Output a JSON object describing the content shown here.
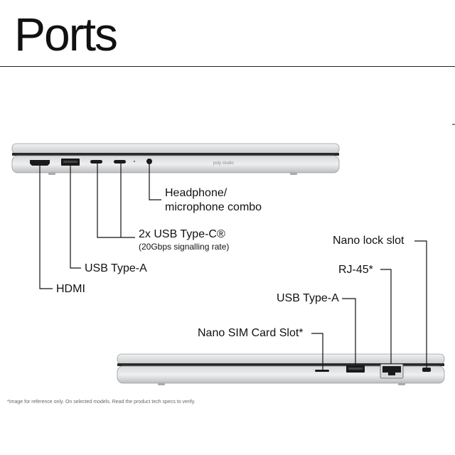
{
  "page": {
    "title": "Ports",
    "footnote": "*Image for reference only. On selected models. Read the product tech specs to verify."
  },
  "laptop_left": {
    "logo": "poly studio",
    "ports": {
      "headphone": "Headphone/",
      "headphone_line2": "microphone combo",
      "usbc": "2x USB Type-C®",
      "usbc_sub": "(20Gbps signalling rate)",
      "usba": "USB Type-A",
      "hdmi": "HDMI"
    }
  },
  "laptop_right": {
    "ports": {
      "nano_lock": "Nano lock slot",
      "rj45": "RJ-45*",
      "usba": "USB Type-A",
      "sim": "Nano SIM Card Slot*"
    }
  },
  "colors": {
    "line": "#111111",
    "chassis": "#cfd0d2",
    "chassis_light": "#e8e9eb",
    "port": "#1a1a1a"
  }
}
